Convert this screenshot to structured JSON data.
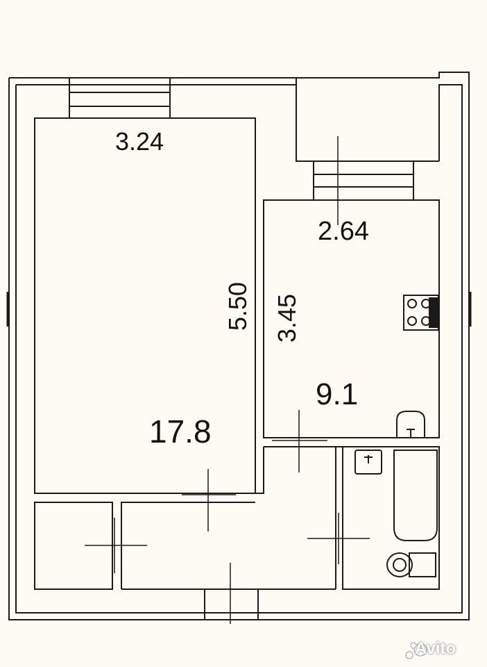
{
  "plan": {
    "room_labels": {
      "main_room_width": "3.24",
      "main_room_length": "5.50",
      "main_room_area": "17.8",
      "kitchen_width": "2.64",
      "kitchen_length": "3.45",
      "kitchen_area": "9.1"
    },
    "watermark": "Avito"
  },
  "colors": {
    "background": "#fdfbf4",
    "line": "#1a1a1a"
  }
}
